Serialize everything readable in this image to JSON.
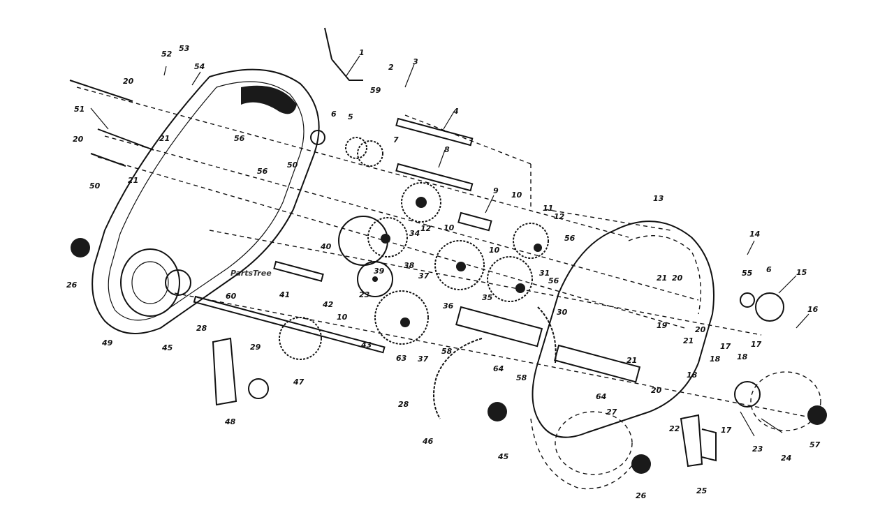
{
  "watermark": "PartsTree",
  "callouts": [
    {
      "id": "c1",
      "label": "1"
    },
    {
      "id": "c2",
      "label": "2"
    },
    {
      "id": "c3",
      "label": "3"
    },
    {
      "id": "c4",
      "label": "4"
    },
    {
      "id": "c5",
      "label": "5"
    },
    {
      "id": "c6a",
      "label": "6"
    },
    {
      "id": "c6b",
      "label": "6"
    },
    {
      "id": "c7",
      "label": "7"
    },
    {
      "id": "c8",
      "label": "8"
    },
    {
      "id": "c9",
      "label": "9"
    },
    {
      "id": "c10a",
      "label": "10"
    },
    {
      "id": "c10b",
      "label": "10"
    },
    {
      "id": "c10c",
      "label": "10"
    },
    {
      "id": "c10d",
      "label": "10"
    },
    {
      "id": "c11",
      "label": "11"
    },
    {
      "id": "c12a",
      "label": "12"
    },
    {
      "id": "c12b",
      "label": "12"
    },
    {
      "id": "c13",
      "label": "13"
    },
    {
      "id": "c14",
      "label": "14"
    },
    {
      "id": "c15",
      "label": "15"
    },
    {
      "id": "c16",
      "label": "16"
    },
    {
      "id": "c17a",
      "label": "17"
    },
    {
      "id": "c17b",
      "label": "17"
    },
    {
      "id": "c17c",
      "label": "17"
    },
    {
      "id": "c18a",
      "label": "18"
    },
    {
      "id": "c18b",
      "label": "18"
    },
    {
      "id": "c18c",
      "label": "18"
    },
    {
      "id": "c19",
      "label": "19"
    },
    {
      "id": "c20a",
      "label": "20"
    },
    {
      "id": "c20b",
      "label": "20"
    },
    {
      "id": "c20c",
      "label": "20"
    },
    {
      "id": "c20d",
      "label": "20"
    },
    {
      "id": "c20e",
      "label": "20"
    },
    {
      "id": "c21a",
      "label": "21"
    },
    {
      "id": "c21b",
      "label": "21"
    },
    {
      "id": "c21c",
      "label": "21"
    },
    {
      "id": "c21d",
      "label": "21"
    },
    {
      "id": "c21e",
      "label": "21"
    },
    {
      "id": "c22",
      "label": "22"
    },
    {
      "id": "c23a",
      "label": "23"
    },
    {
      "id": "c23b",
      "label": "23"
    },
    {
      "id": "c24",
      "label": "24"
    },
    {
      "id": "c25",
      "label": "25"
    },
    {
      "id": "c26a",
      "label": "26"
    },
    {
      "id": "c26b",
      "label": "26"
    },
    {
      "id": "c27",
      "label": "27"
    },
    {
      "id": "c28a",
      "label": "28"
    },
    {
      "id": "c28b",
      "label": "28"
    },
    {
      "id": "c29",
      "label": "29"
    },
    {
      "id": "c30",
      "label": "30"
    },
    {
      "id": "c31",
      "label": "31"
    },
    {
      "id": "c34",
      "label": "34"
    },
    {
      "id": "c35",
      "label": "35"
    },
    {
      "id": "c36",
      "label": "36"
    },
    {
      "id": "c37a",
      "label": "37"
    },
    {
      "id": "c37b",
      "label": "37"
    },
    {
      "id": "c38",
      "label": "38"
    },
    {
      "id": "c39",
      "label": "39"
    },
    {
      "id": "c40",
      "label": "40"
    },
    {
      "id": "c41",
      "label": "41"
    },
    {
      "id": "c42",
      "label": "42"
    },
    {
      "id": "c43",
      "label": "43"
    },
    {
      "id": "c45a",
      "label": "45"
    },
    {
      "id": "c45b",
      "label": "45"
    },
    {
      "id": "c46",
      "label": "46"
    },
    {
      "id": "c47",
      "label": "47"
    },
    {
      "id": "c48",
      "label": "48"
    },
    {
      "id": "c49",
      "label": "49"
    },
    {
      "id": "c50a",
      "label": "50"
    },
    {
      "id": "c50b",
      "label": "50"
    },
    {
      "id": "c51",
      "label": "51"
    },
    {
      "id": "c52",
      "label": "52"
    },
    {
      "id": "c53",
      "label": "53"
    },
    {
      "id": "c54",
      "label": "54"
    },
    {
      "id": "c55",
      "label": "55"
    },
    {
      "id": "c56a",
      "label": "56"
    },
    {
      "id": "c56b",
      "label": "56"
    },
    {
      "id": "c56c",
      "label": "56"
    },
    {
      "id": "c56d",
      "label": "56"
    },
    {
      "id": "c57",
      "label": "57"
    },
    {
      "id": "c58a",
      "label": "58"
    },
    {
      "id": "c58b",
      "label": "58"
    },
    {
      "id": "c59",
      "label": "59"
    },
    {
      "id": "c60",
      "label": "60"
    },
    {
      "id": "c63",
      "label": "63"
    },
    {
      "id": "c64a",
      "label": "64"
    },
    {
      "id": "c64b",
      "label": "64"
    }
  ]
}
